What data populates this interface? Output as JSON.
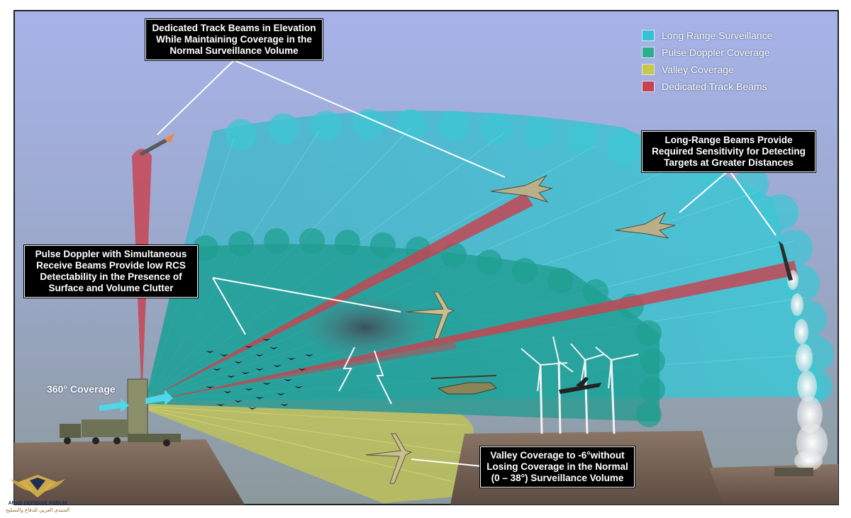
{
  "callouts": {
    "track": {
      "lines": [
        "Dedicated Track Beams in Elevation",
        "While Maintaining Coverage in the",
        "Normal Surveillance Volume"
      ]
    },
    "long_range": {
      "lines": [
        "Long-Range Beams Provide",
        "Required Sensitivity for Detecting",
        "Targets at Greater Distances"
      ]
    },
    "pulse_doppler": {
      "lines": [
        "Pulse Doppler with Simultaneous",
        "Receive Beams Provide low RCS",
        "Detectability in the Presence of",
        "Surface and Volume Clutter"
      ]
    },
    "valley": {
      "lines": [
        "Valley Coverage to -6°without",
        "Losing Coverage in the Normal",
        "(0 – 38°) Surveillance Volume"
      ]
    }
  },
  "legend": {
    "items": [
      {
        "label": "Long Range Surveillance",
        "color": "#35c3d3"
      },
      {
        "label": "Pulse Doppler Coverage",
        "color": "#2fae8e"
      },
      {
        "label": "Valley Coverage",
        "color": "#c7c84a"
      },
      {
        "label": "Dedicated Track Beams",
        "color": "#c9424f"
      }
    ]
  },
  "coverage_label": "360° Coverage",
  "watermark": {
    "line1": "ARAB DEFENSE FORUM",
    "line2": "المنتدى العربي للدفاع والتسليح"
  },
  "colors": {
    "sky_top": "#a6b2e6",
    "sky_bottom": "#8a9aa3",
    "ground": "#6f5d52",
    "long_range_beam": "#35c3d3",
    "pulse_doppler_beam": "#1f9a8e",
    "valley_beam": "#c7c84a",
    "track_beam": "#c9424f"
  }
}
